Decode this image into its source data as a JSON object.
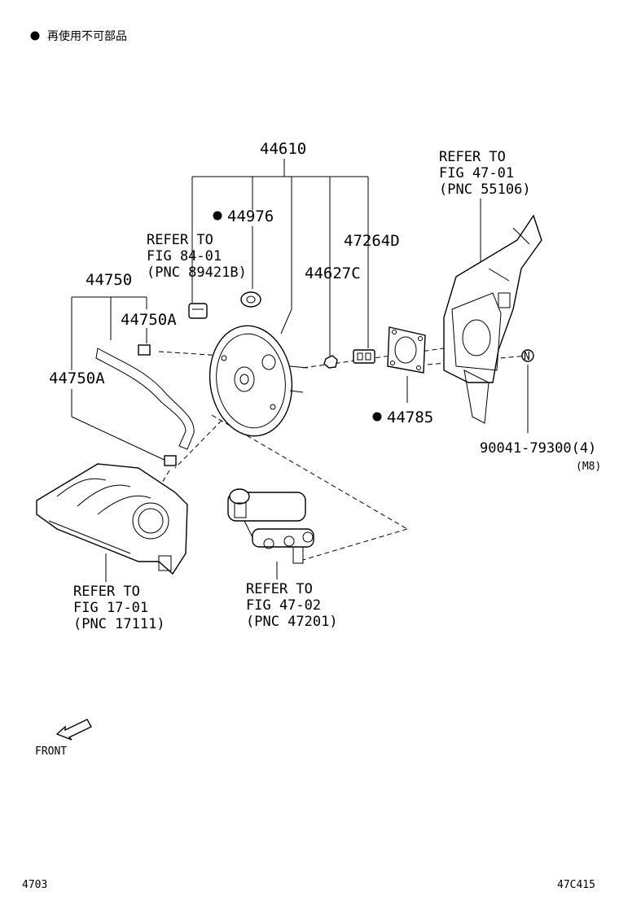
{
  "legend": {
    "marker": "●",
    "text": "再使用不可部品"
  },
  "labels": {
    "p44610": "44610",
    "p44976": "44976",
    "p47264d": "47264D",
    "p44627c": "44627C",
    "p44750": "44750",
    "p44750a_1": "44750A",
    "p44750a_2": "44750A",
    "p44785": "44785",
    "p90041": "90041-79300(4)",
    "m8": "(M8)",
    "n_mark": "N"
  },
  "refer": {
    "pedal": [
      "REFER TO",
      "FIG 47-01",
      "(PNC 55106)"
    ],
    "sensor": [
      "REFER TO",
      "FIG 84-01",
      "(PNC 89421B)"
    ],
    "manifold": [
      "REFER TO",
      "FIG 17-01",
      "(PNC 17111)"
    ],
    "cylinder": [
      "REFER TO",
      "FIG 47-02",
      "(PNC 47201)"
    ]
  },
  "front_label": "FRONT",
  "footer": {
    "left": "4703",
    "right": "47C415"
  }
}
